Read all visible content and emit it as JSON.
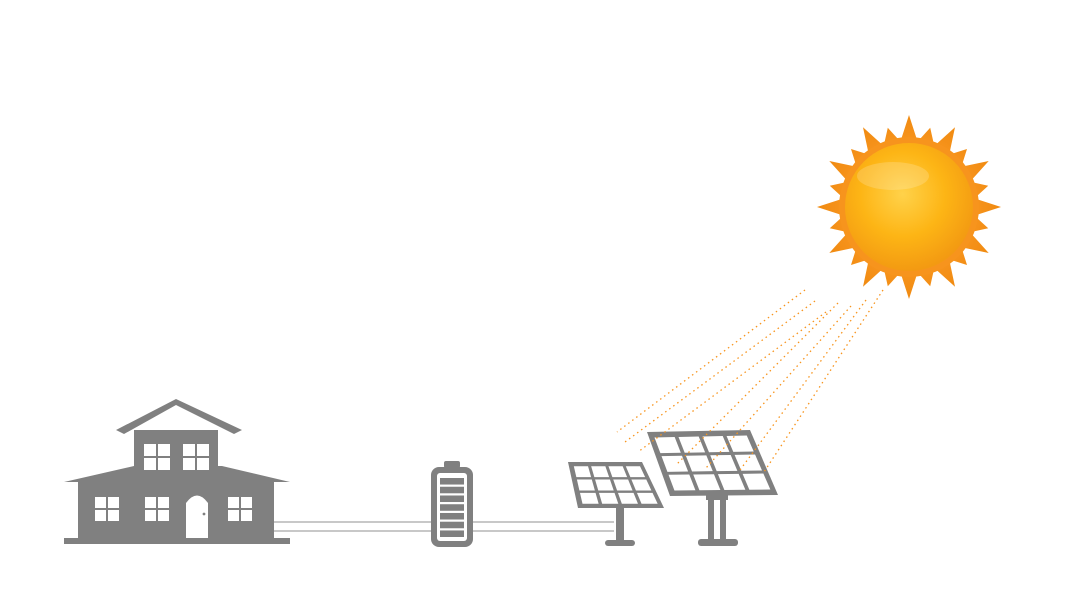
{
  "scene": {
    "components": [
      {
        "id": "sun",
        "icon": "sun-icon"
      },
      {
        "id": "solar-panel-large",
        "icon": "solar-panel-icon"
      },
      {
        "id": "solar-panel-small",
        "icon": "solar-panel-icon"
      },
      {
        "id": "battery",
        "icon": "battery-icon",
        "charge_bars": 7
      },
      {
        "id": "house",
        "icon": "house-icon"
      }
    ],
    "colors": {
      "device_gray": "#808080",
      "wire_gray": "#a6a6a6",
      "sun_core": "#fdb515",
      "sun_rays": "#f7941d",
      "light_beam": "#f7941d"
    }
  }
}
